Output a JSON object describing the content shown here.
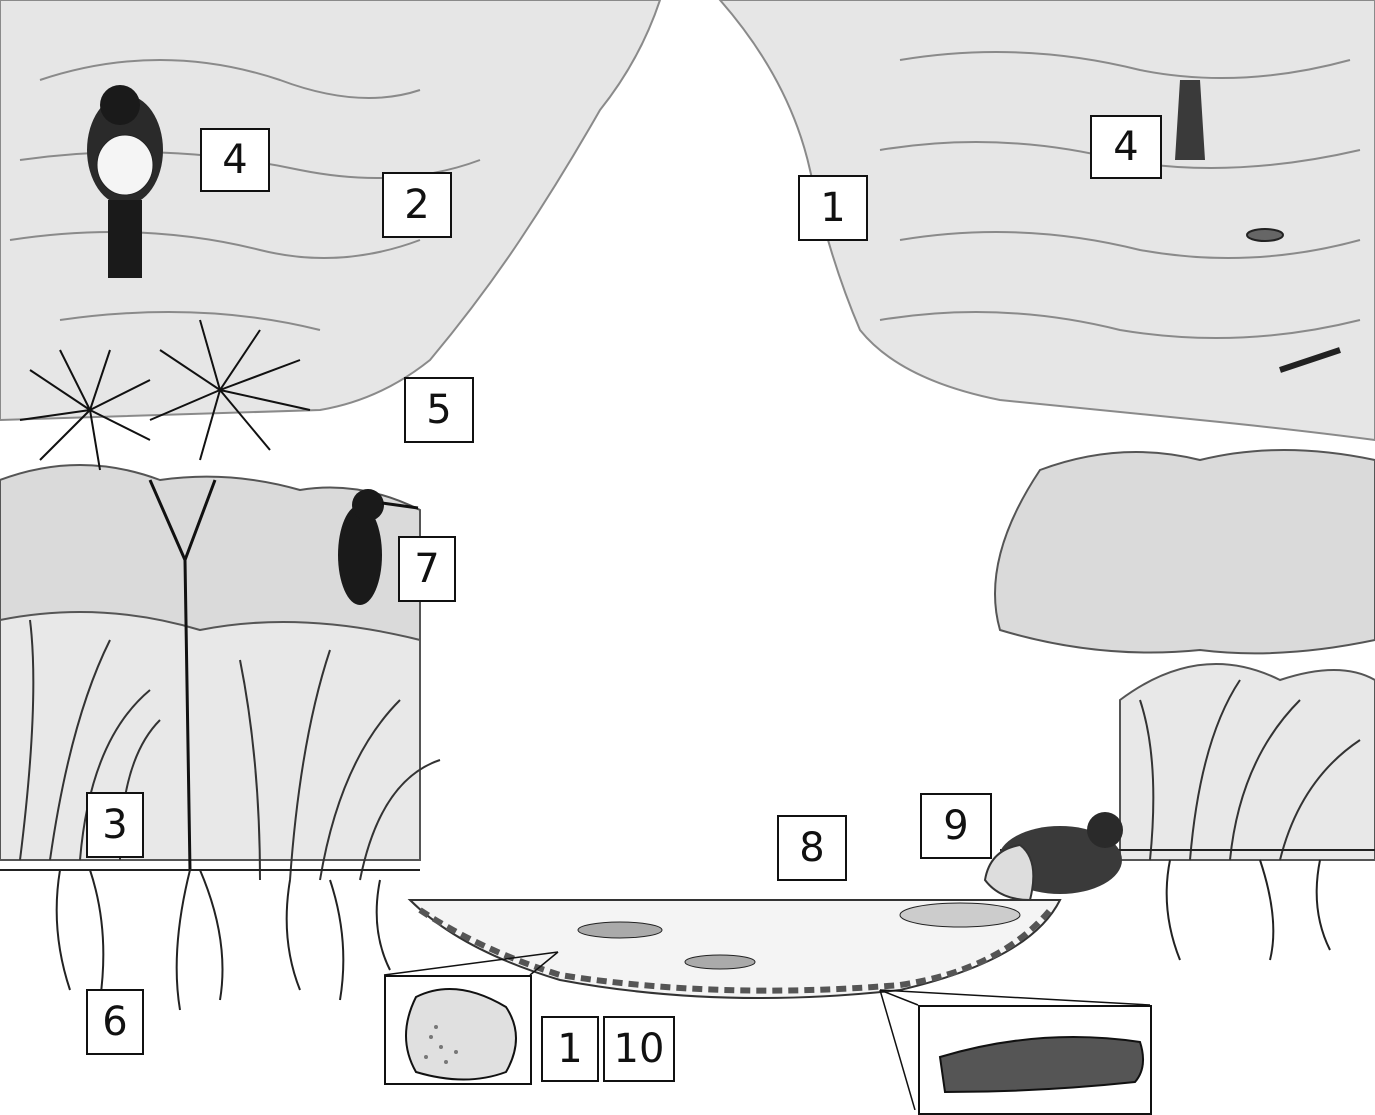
{
  "labels": {
    "canopy_left": "2",
    "canopy_right": "1",
    "epiphyte_left": "4",
    "epiphyte_right": "4",
    "shrub_left": "5",
    "bird_tui": "7",
    "flax_left": "3",
    "roots": "6",
    "stream_water": "8",
    "duck": "9",
    "inset_pebble_1": "1",
    "inset_pebble_10": "10"
  },
  "colors": {
    "ink": "#111111",
    "foliage_fill": "#dcdcdc",
    "foliage_line": "#8a8a8a",
    "water": "#f4f4f4"
  }
}
